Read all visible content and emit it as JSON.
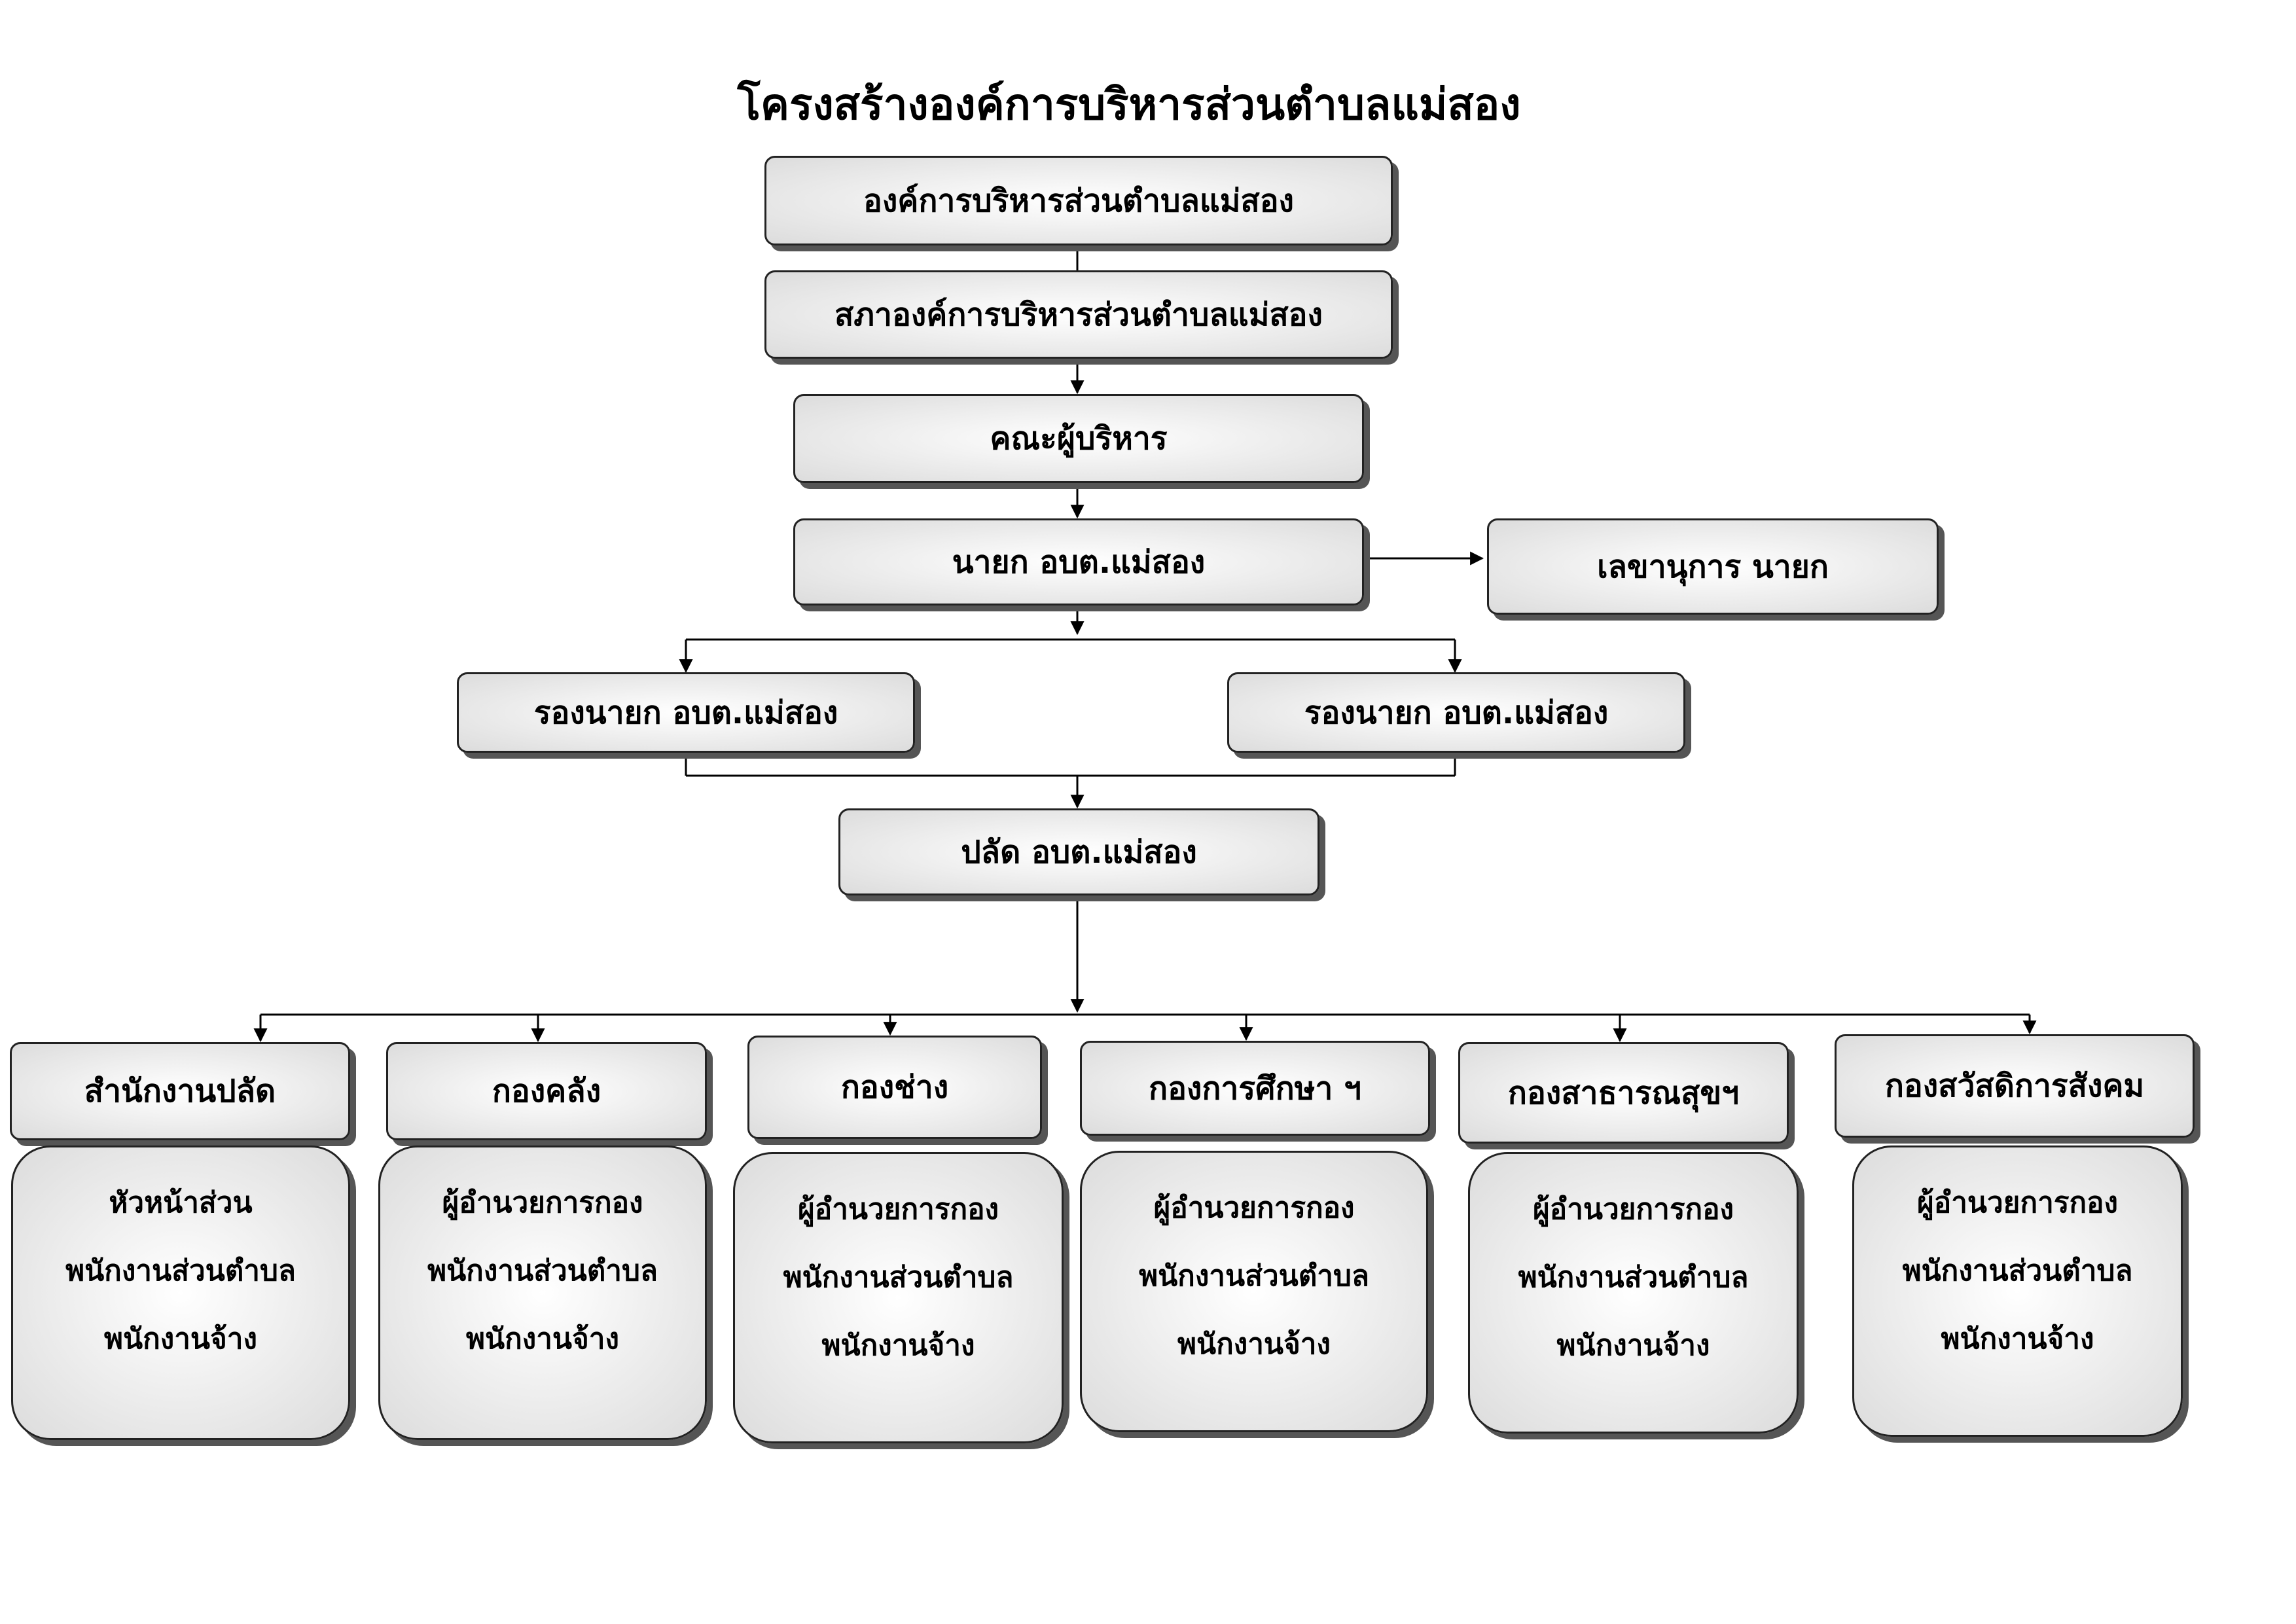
{
  "title": "โครงสร้างองค์การบริหารส่วนตำบลแม่สอง",
  "nodes": {
    "org": "องค์การบริหารส่วนตำบลแม่สอง",
    "council": "สภาองค์การบริหารส่วนตำบลแม่สอง",
    "executives": "คณะผู้บริหาร",
    "mayor": "นายก อบต.แม่สอง",
    "secretary": "เลขานุการ นายก",
    "deputy_left": "รองนายก อบต.แม่สอง",
    "deputy_right": "รองนายก อบต.แม่สอง",
    "clerk": "ปลัด อบต.แม่สอง"
  },
  "departments": [
    {
      "name": "สำนักงานปลัด",
      "staff": [
        "หัวหน้าส่วน",
        "พนักงานส่วนตำบล",
        "พนักงานจ้าง"
      ]
    },
    {
      "name": "กองคลัง",
      "staff": [
        "ผู้อำนวยการกอง",
        "พนักงานส่วนตำบล",
        "พนักงานจ้าง"
      ]
    },
    {
      "name": "กองช่าง",
      "staff": [
        "ผู้อำนวยการกอง",
        "พนักงานส่วนตำบล",
        "พนักงานจ้าง"
      ]
    },
    {
      "name": "กองการศึกษา ฯ",
      "staff": [
        "ผู้อำนวยการกอง",
        "พนักงานส่วนตำบล",
        "พนักงานจ้าง"
      ]
    },
    {
      "name": "กองสาธารณสุขฯ",
      "staff": [
        "ผู้อำนวยการกอง",
        "พนักงานส่วนตำบล",
        "พนักงานจ้าง"
      ]
    },
    {
      "name": "กองสวัสดิการสังคม",
      "staff": [
        "ผู้อำนวยการกอง",
        "พนักงานส่วนตำบล",
        "พนักงานจ้าง"
      ]
    }
  ]
}
